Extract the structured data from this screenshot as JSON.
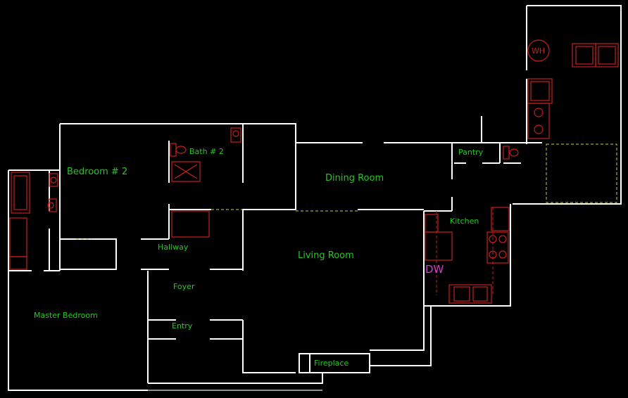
{
  "rooms": {
    "bedroom2": "Bedroom # 2",
    "bath2": "Bath # 2",
    "dining": "Dining Room",
    "pantry": "Pantry",
    "kitchen": "Kitchen",
    "hallway": "Hallway",
    "living": "Living Room",
    "foyer": "Foyer",
    "master": "Master Bedroom",
    "entry": "Entry",
    "fireplace": "Fireplace"
  },
  "fixtures": {
    "water_heater": "WH",
    "dishwasher": "DW"
  },
  "colors": {
    "background": "#000000",
    "walls": "#ffffff",
    "labels": "#22c922",
    "fixtures": "#c81e1e",
    "dishwasher_label": "#d23cd2",
    "dashed_lines": "#b4dc3c"
  }
}
